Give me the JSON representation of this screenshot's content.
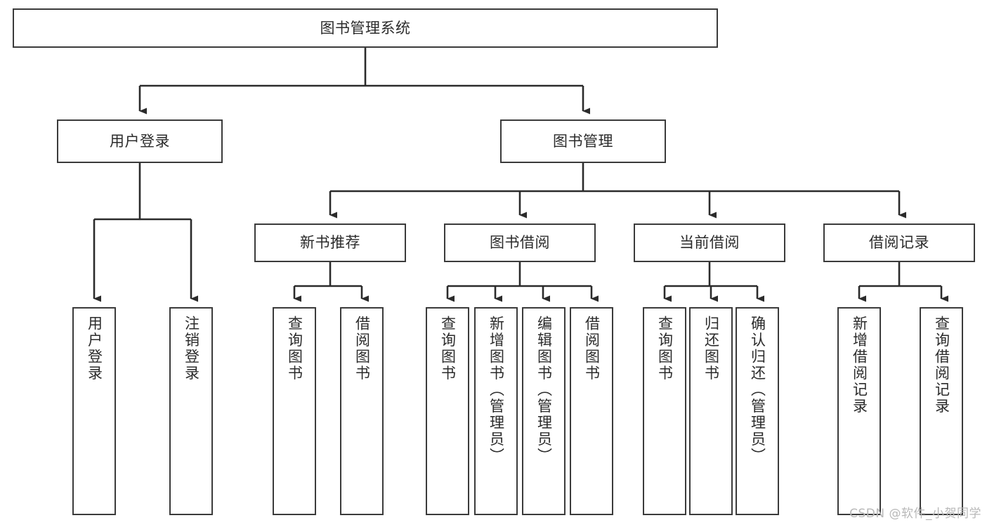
{
  "diagram": {
    "type": "tree",
    "title": "图书管理系统",
    "root": {
      "label": "图书管理系统"
    },
    "level2": [
      {
        "label": "用户登录"
      },
      {
        "label": "图书管理"
      }
    ],
    "level3": [
      {
        "label": "新书推荐"
      },
      {
        "label": "图书借阅"
      },
      {
        "label": "当前借阅"
      },
      {
        "label": "借阅记录"
      }
    ],
    "leaves": {
      "user_login": [
        {
          "label": "用户登录"
        },
        {
          "label": "注销登录"
        }
      ],
      "new_book_recommend": [
        {
          "label": "查询图书"
        },
        {
          "label": "借阅图书"
        }
      ],
      "book_borrow": [
        {
          "label": "查询图书"
        },
        {
          "label": "新增图书（管理员）"
        },
        {
          "label": "编辑图书（管理员）"
        },
        {
          "label": "借阅图书"
        }
      ],
      "current_borrow": [
        {
          "label": "查询图书"
        },
        {
          "label": "归还图书"
        },
        {
          "label": "确认归还（管理员）"
        }
      ],
      "borrow_record": [
        {
          "label": "新增借阅记录"
        },
        {
          "label": "查询借阅记录"
        }
      ]
    }
  },
  "watermark": {
    "text": "CSDN @软件_小贺同学"
  },
  "colors": {
    "border": "#3b3b3b",
    "text": "#2b2b2b",
    "background": "#ffffff",
    "watermark": "#b8b8b8"
  }
}
